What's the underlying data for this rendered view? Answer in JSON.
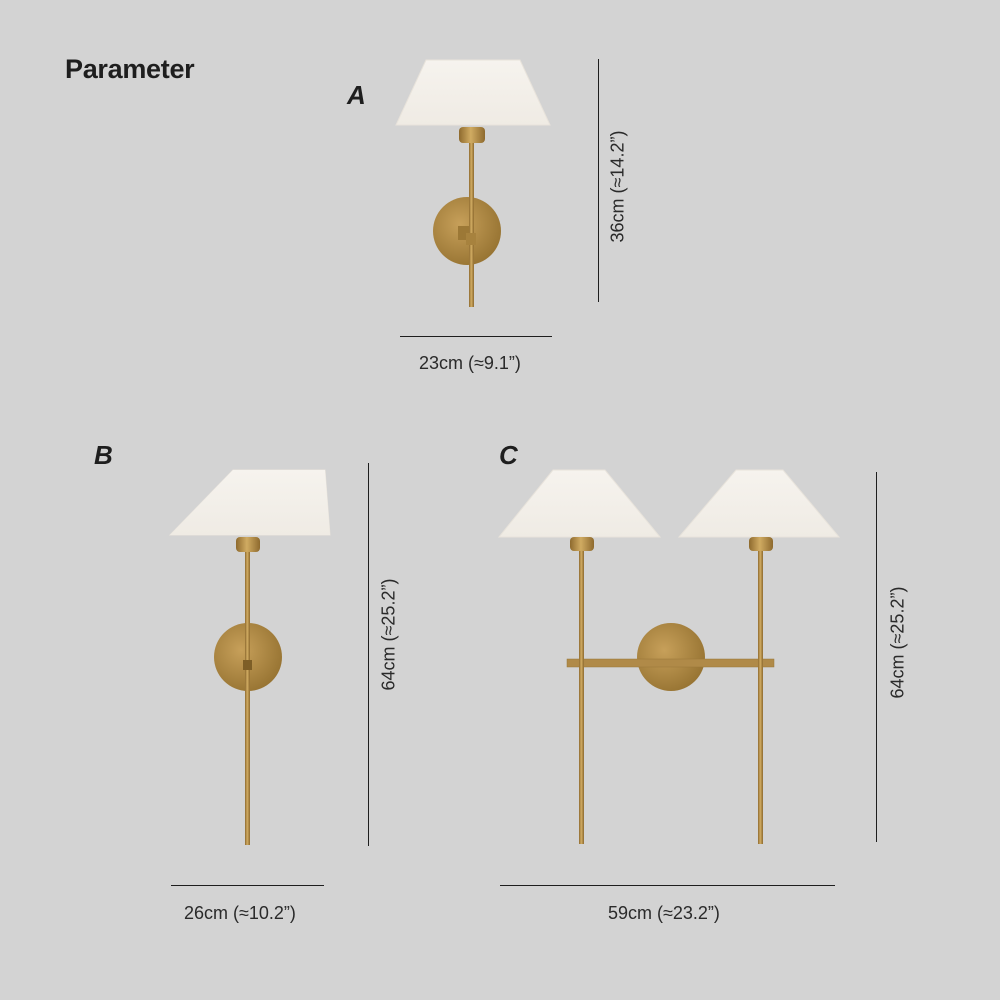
{
  "header": {
    "title": "Parameter"
  },
  "variants": [
    {
      "label": "A",
      "height_dim": "36cm (≈14.2”)",
      "width_dim": "23cm (≈9.1”)",
      "lights": 1
    },
    {
      "label": "B",
      "height_dim": "64cm (≈25.2”)",
      "width_dim": "26cm (≈10.2”)",
      "lights": 1
    },
    {
      "label": "C",
      "height_dim": "64cm (≈25.2”)",
      "width_dim": "59cm (≈23.2”)",
      "lights": 2
    }
  ],
  "colors": {
    "background": "#d3d3d3",
    "shade": "#f4f1ec",
    "brass": "#b08a48",
    "text": "#1e1e1e"
  }
}
